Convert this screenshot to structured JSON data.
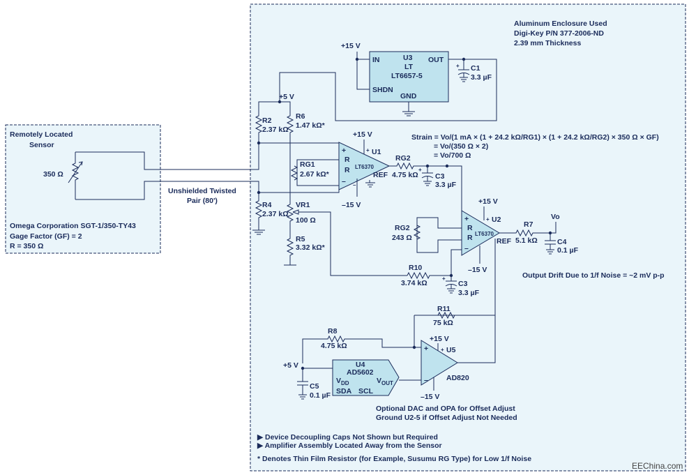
{
  "sensor_box": {
    "title_line1": "Remotely Located",
    "title_line2": "Sensor",
    "resistor_value": "350 Ω",
    "part_line1": "Omega Corporation SGT-1/350-TY43",
    "part_line2": "Gage Factor (GF) = 2",
    "part_line3": "R = 350 Ω"
  },
  "cable": {
    "line1": "Unshielded Twisted",
    "line2": "Pair (80')"
  },
  "enclosure": {
    "line1": "Aluminum Enclosure Used",
    "line2": "Digi-Key P/N 377-2006-ND",
    "line3": "2.39 mm Thickness"
  },
  "reference": {
    "supply": "+15 V",
    "designator": "U3",
    "name_line1": "LT",
    "name_line2": "LT6657-5",
    "pin_in": "IN",
    "pin_out": "OUT",
    "pin_shdn": "SHDN",
    "pin_gnd": "GND",
    "cap_name": "C1",
    "cap_value": "3.3 µF"
  },
  "bridge": {
    "supply": "+5 V",
    "r2_name": "R2",
    "r2_value": "2.37 kΩ",
    "r6_name": "R6",
    "r6_value": "1.47 kΩ*",
    "r4_name": "R4",
    "r4_value": "2.37 kΩ",
    "vr1_name": "VR1",
    "vr1_value": "100 Ω",
    "r5_name": "R5",
    "r5_value": "3.32 kΩ*"
  },
  "amp1": {
    "supply_pos": "+15 V",
    "supply_neg": "–15 V",
    "designator": "U1",
    "part": "LT6370",
    "rg1_name": "RG1",
    "rg1_value": "2.67 kΩ*",
    "rg2_name": "RG2",
    "rg2_value": "4.75 kΩ",
    "c3_name": "C3",
    "c3_value": "3.3 µF",
    "plus": "+",
    "minus": "–",
    "r_label": "R",
    "ref_label": "REF"
  },
  "amp2": {
    "supply_pos": "+15 V",
    "supply_neg": "–15 V",
    "designator": "U2",
    "pin5": "+",
    "part": "LT6370",
    "rg2_name": "RG2",
    "rg2_value": "243 Ω",
    "r7_name": "R7",
    "r7_value": "5.1 kΩ",
    "c4_name": "C4",
    "c4_value": "0.1 µF",
    "vo_label": "Vo",
    "r10_name": "R10",
    "r10_value": "3.74 kΩ",
    "c3_name": "C3",
    "c3_value": "3.3 µF",
    "plus": "+",
    "minus": "–",
    "r_label": "R",
    "ref_label": "REF"
  },
  "equations": {
    "line1": "Strain = Vo/(1 mA × (1 + 24.2 kΩ/RG1) × (1 + 24.2 kΩ/RG2) × 350 Ω × GF)",
    "line2": "= Vo/(350 Ω × 2)",
    "line3": "= Vo/700 Ω"
  },
  "drift_note": "Output Drift Due to 1/f Noise = ~2 mV p-p",
  "offset": {
    "r11_name": "R11",
    "r11_value": "75 kΩ",
    "r8_name": "R8",
    "r8_value": "4.75 kΩ",
    "supply_pos": "+15 V",
    "supply_neg": "–15 V",
    "designator": "U5",
    "pin5": "+",
    "part": "AD820",
    "dac_designator": "U4",
    "dac_part": "AD5602",
    "dac_vdd": "V",
    "dac_vdd_sub": "DD",
    "dac_vout": "V",
    "dac_vout_sub": "OUT",
    "dac_sda": "SDA",
    "dac_scl": "SCL",
    "dac_supply": "+5 V",
    "c5_name": "C5",
    "c5_value": "0.1 µF",
    "plus": "+",
    "minus": "–",
    "note_line1": "Optional DAC and OPA for Offset Adjust",
    "note_line2": "Ground U2-5 if Offset Adjust Not Needed"
  },
  "footnotes": {
    "bullet1": "▶ Device Decoupling Caps Not Shown but Required",
    "bullet2": "▶ Amplifier Assembly Located Away from the Sensor",
    "star_note": "* Denotes Thin Film Resistor (for Example, Susumu RG Type) for Low 1/f Noise"
  },
  "watermark": "EEChina.com"
}
